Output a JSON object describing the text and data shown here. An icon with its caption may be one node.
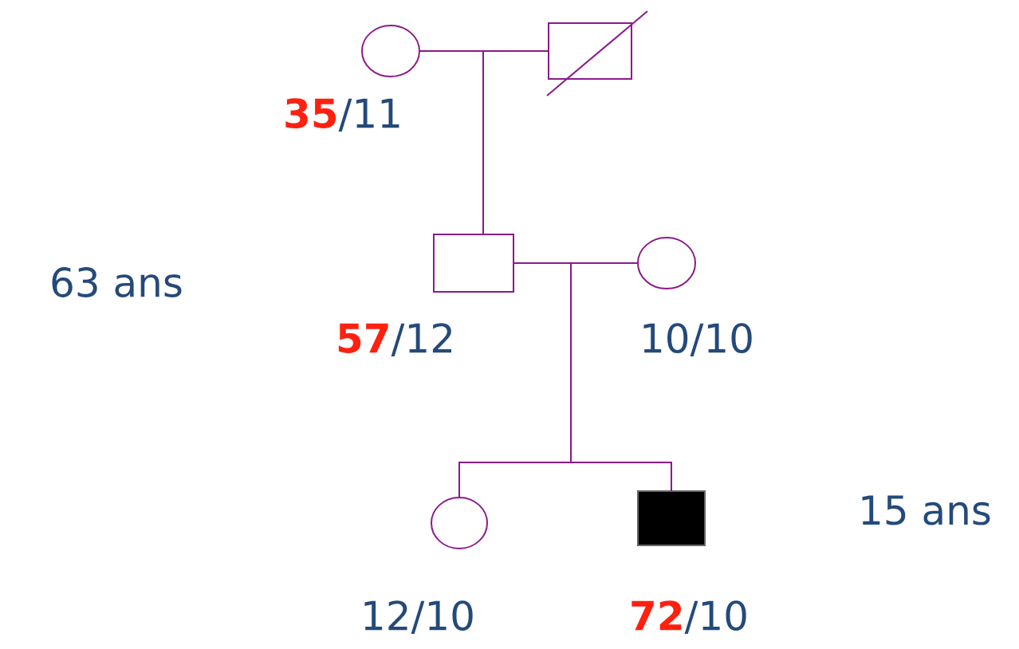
{
  "diagram": {
    "nodes": [
      {
        "text": [],
        "shape": "circle",
        "beside": [
          "**35**/11"
        ]
      },
      {
        "text": [],
        "shape": "box"
      },
      {
        "text": [],
        "shape": "box",
        "beside": [
          "**57**/12"
        ]
      },
      {
        "text": [],
        "shape": "circle",
        "beside": [
          "10/10"
        ]
      },
      {
        "text": [],
        "shape": "circle",
        "beside": [
          "12/10"
        ]
      },
      {
        "text": [],
        "shape": "box",
        "beside": [
          "**72**/10"
        ]
      }
    ],
    "edges": [
      {
        "from": 0,
        "to": 1,
        "arrow": "none"
      },
      {
        "from": 0,
        "to": 2,
        "arrow": "none"
      },
      {
        "from": 1,
        "to": 2,
        "arrow": "none"
      },
      {
        "from": 2,
        "to": 3,
        "arrow": "none"
      },
      {
        "from": 2,
        "to": 4,
        "arrow": "none"
      },
      {
        "from": 3,
        "to": 4,
        "arrow": "none"
      },
      {
        "from": 2,
        "to": 5,
        "arrow": "none"
      },
      {
        "from": 3,
        "to": 5,
        "arrow": "none"
      }
    ],
    "labels": [
      "63 ans",
      "15 ans"
    ]
  }
}
